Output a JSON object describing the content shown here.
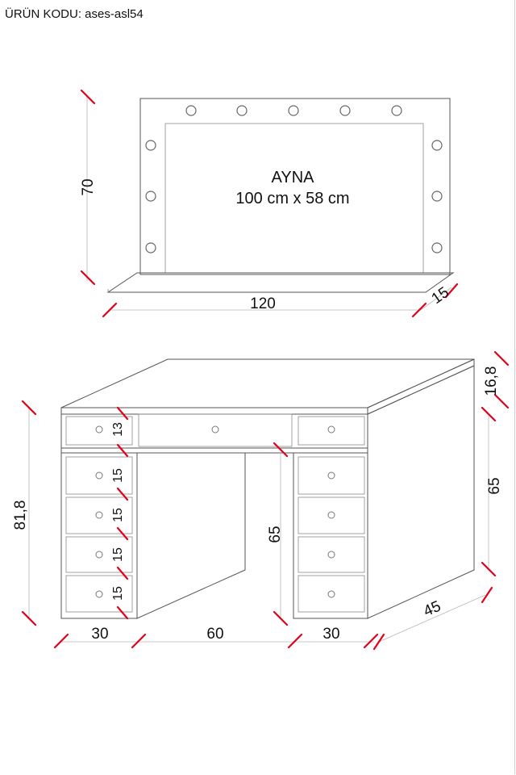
{
  "header": {
    "product_code": "ÜRÜN KODU: ases-asl54"
  },
  "mirror": {
    "label": "AYNA",
    "size": "100 cm x 58 cm",
    "height": "70",
    "width": "120",
    "depth": "15"
  },
  "desk": {
    "total_height": "81,8",
    "top_thickness": "16,8",
    "leg_height": "65",
    "inner_height": "65",
    "depth": "45",
    "left_width": "30",
    "middle_width": "60",
    "right_width": "30",
    "top_drawer_height": "13",
    "drawer_heights": [
      "15",
      "15",
      "15",
      "15"
    ]
  },
  "colors": {
    "dimension_tick": "#e3001b",
    "outline": "#555555"
  }
}
